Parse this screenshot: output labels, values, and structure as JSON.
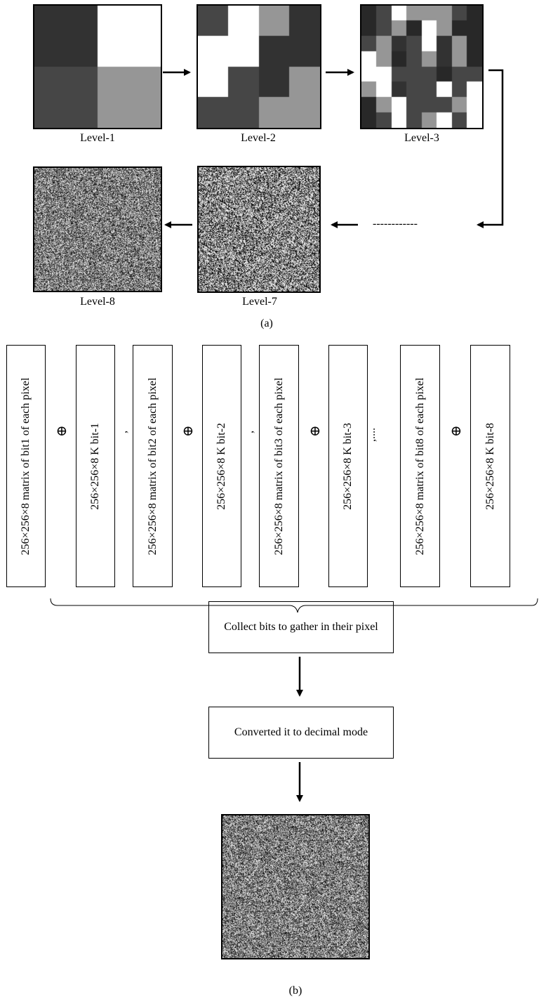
{
  "part_a": {
    "levels": [
      {
        "label": "Level-1",
        "grid": 2
      },
      {
        "label": "Level-2",
        "grid": 4
      },
      {
        "label": "Level-3",
        "grid": 8
      },
      {
        "label": "Level-7",
        "grid": 128
      },
      {
        "label": "Level-8",
        "grid": 256
      }
    ],
    "ellipsis": "------------",
    "caption": "(a)"
  },
  "part_b": {
    "columns": [
      {
        "text": "256×256×8 matrix of bit1 of each pixel"
      },
      {
        "text": "256×256×8 K bit-1"
      },
      {
        "text": "256×256×8 matrix of bit2 of each pixel"
      },
      {
        "text": "256×256×8 K bit-2"
      },
      {
        "text": "256×256×8 matrix of bit3 of each pixel"
      },
      {
        "text": "256×256×8 K bit-3"
      },
      {
        "text": "256×256×8 matrix of bit8 of each pixel"
      },
      {
        "text": "256×256×8 K bit-8"
      }
    ],
    "xor_symbol": "⊕",
    "separators": [
      ",",
      ",",
      ",...."
    ],
    "steps": [
      "Collect bits to gather in their pixel",
      "Converted it to decimal mode"
    ],
    "caption": "(b)"
  }
}
